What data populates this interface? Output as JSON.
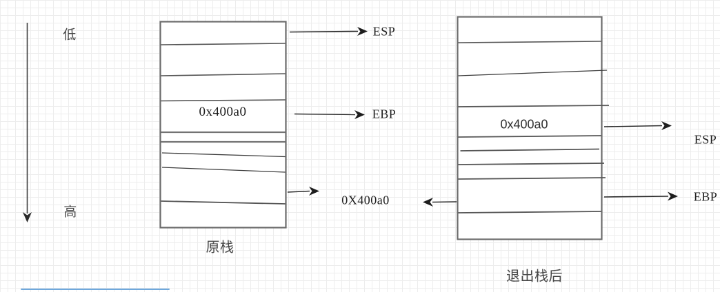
{
  "diagram": {
    "axis": {
      "low": "低",
      "high": "高"
    },
    "left_stack": {
      "caption": "原栈",
      "cell_value": "0x400a0",
      "esp_label": "ESP",
      "ebp_label": "EBP",
      "saved_value_label": "0X400a0"
    },
    "right_stack": {
      "caption": "退出栈后",
      "cell_value": "0x400a0",
      "esp_label": "ESP",
      "ebp_label": "EBP"
    },
    "colors": {
      "grid": "#ededed",
      "box_border": "#6b6b6b",
      "divider": "#565656",
      "arrow": "#2a2a2a",
      "accent_blue": "#6fa8dc"
    }
  }
}
